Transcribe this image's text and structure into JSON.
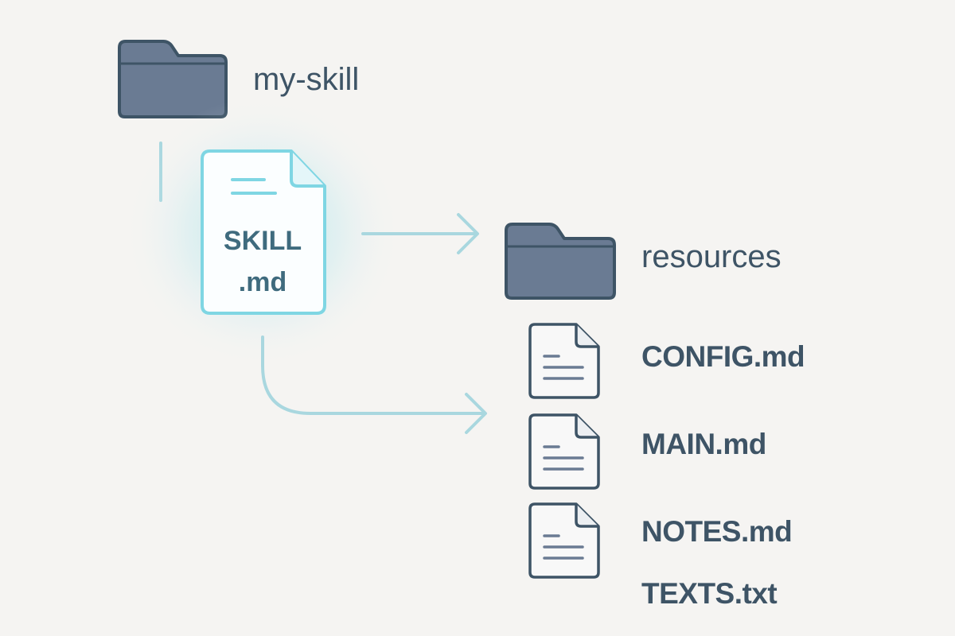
{
  "root_folder": {
    "name": "my-skill",
    "icon": "folder-icon",
    "color": "#6a7b93"
  },
  "skill_file": {
    "name": "SKILL",
    "extension": ".md",
    "icon": "document-icon",
    "glow_color": "#7fd6e3"
  },
  "resources_folder": {
    "name": "resources",
    "icon": "folder-icon",
    "color": "#6a7b93"
  },
  "files": [
    {
      "name": "CONFIG.md",
      "icon": "document-icon"
    },
    {
      "name": "MAIN.md",
      "icon": "document-icon"
    },
    {
      "name": "NOTES.md",
      "icon": "document-icon"
    },
    {
      "name": "TEXTS.txt"
    }
  ],
  "colors": {
    "background": "#f5f4f2",
    "text": "#3e5466",
    "connector": "#a9d7df",
    "outline": "#3e5466"
  }
}
